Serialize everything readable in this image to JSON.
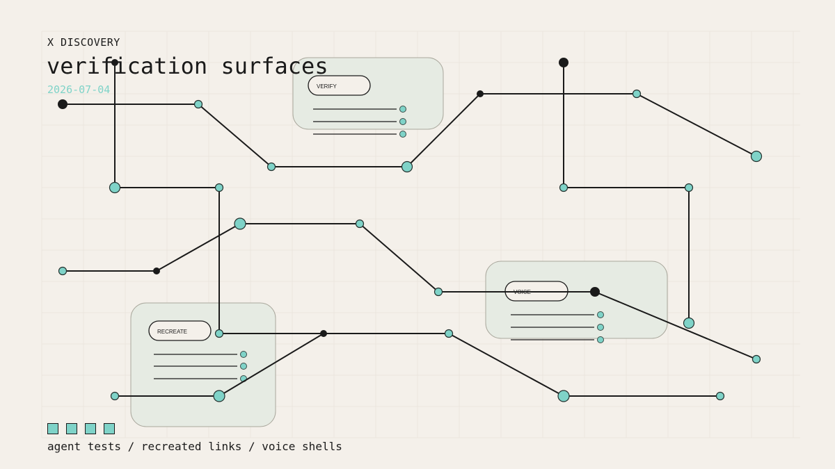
{
  "header": {
    "kicker": "X DISCOVERY",
    "title": "verification surfaces",
    "date": "2026-07-04"
  },
  "footer": {
    "caption": "agent tests / recreated links / voice shells"
  },
  "colors": {
    "background": "#f4f0ea",
    "accent": "#7fd3c8",
    "ink": "#1a1a1a",
    "panel": "#e6ebe3",
    "panel_border": "#a9a79c"
  },
  "panels": [
    {
      "id": "verify",
      "label": "VERIFY"
    },
    {
      "id": "voice",
      "label": "VOICE"
    },
    {
      "id": "recreate",
      "label": "RECREATE"
    }
  ],
  "legend": {
    "count": 4
  }
}
